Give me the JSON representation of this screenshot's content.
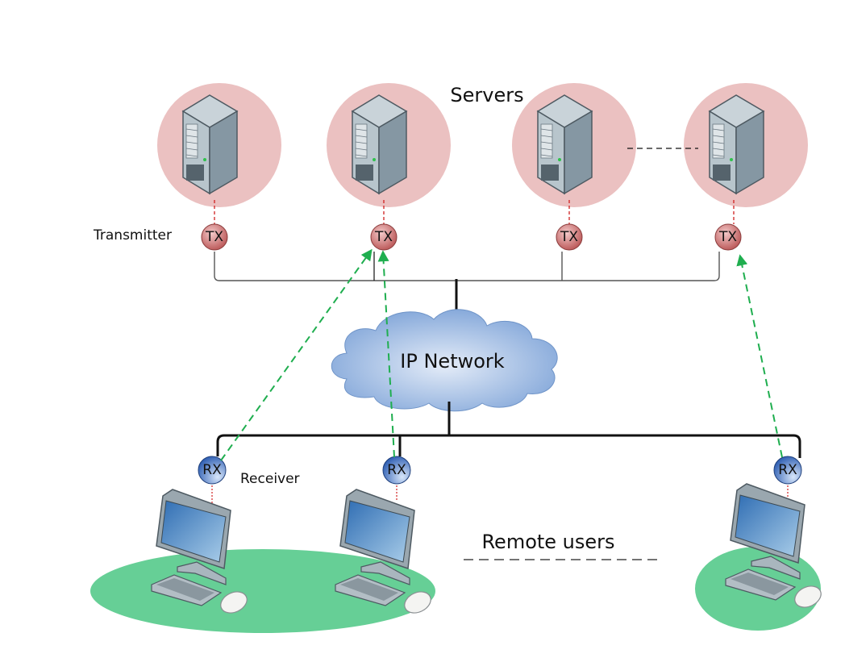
{
  "title": "Servers",
  "labels": {
    "servers": "Servers",
    "transmitter": "Transmitter",
    "receiver": "Receiver",
    "network": "IP Network",
    "remote_users": "Remote users"
  },
  "servers": [
    {
      "id": "server-1",
      "tx_label": "TX"
    },
    {
      "id": "server-2",
      "tx_label": "TX"
    },
    {
      "id": "server-3",
      "tx_label": "TX"
    },
    {
      "id": "server-4",
      "tx_label": "TX"
    }
  ],
  "clients": [
    {
      "id": "client-1",
      "rx_label": "RX"
    },
    {
      "id": "client-2",
      "rx_label": "RX"
    },
    {
      "id": "client-3",
      "rx_label": "RX"
    }
  ],
  "connections": [
    {
      "from": "client-1",
      "to": "server-2",
      "style": "dashed-arrow"
    },
    {
      "from": "client-2",
      "to": "server-2",
      "style": "dashed-arrow"
    },
    {
      "from": "client-3",
      "to": "server-4",
      "style": "dashed-arrow"
    }
  ],
  "colors": {
    "server_halo": "#ebc1c1",
    "tx_node": "#c96a6a",
    "rx_node": "#3d6fc4",
    "cloud": "#8fb1e0",
    "user_area": "#66cf96",
    "arrow": "#1fae4f",
    "link_red": "#d02020"
  }
}
